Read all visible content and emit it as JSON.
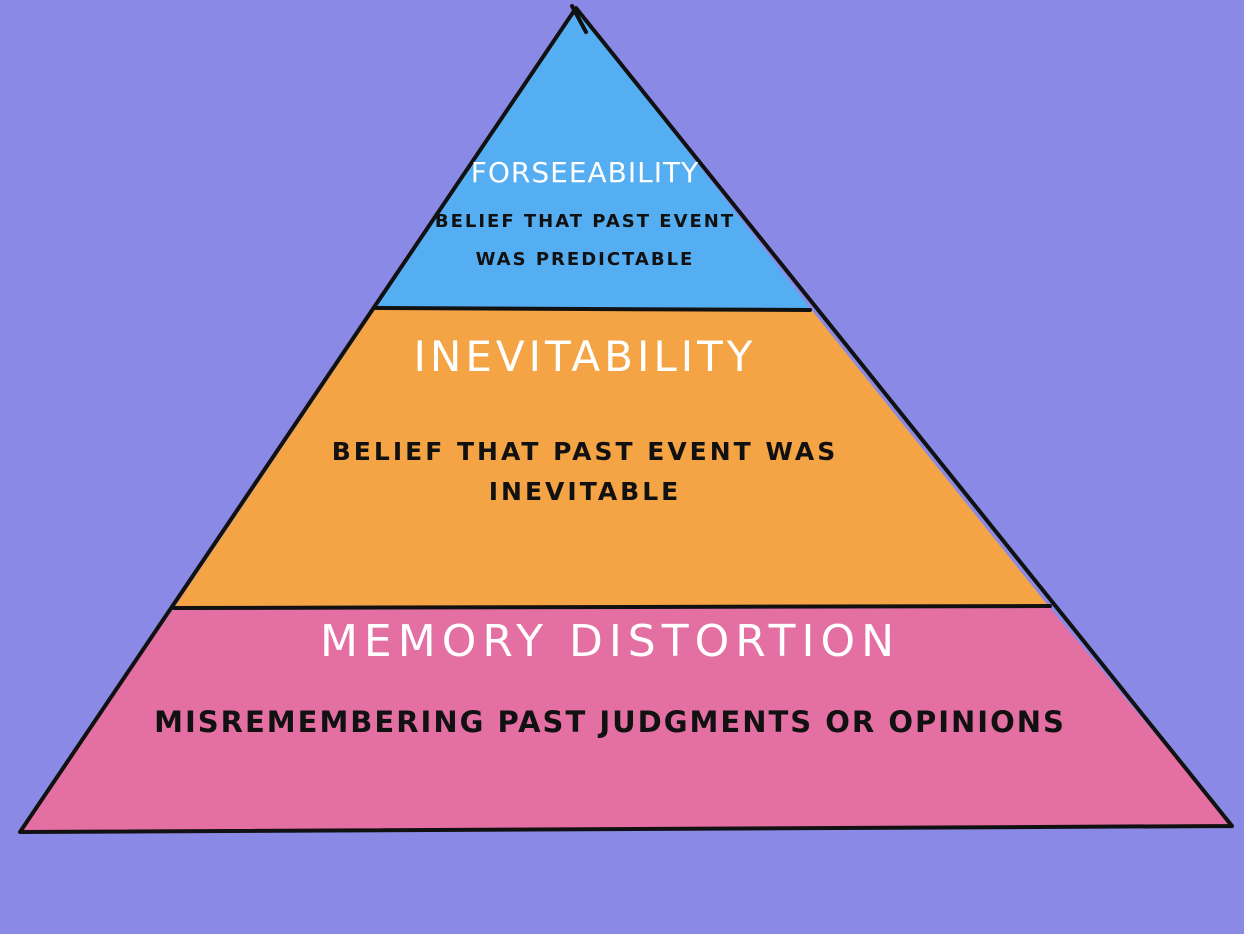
{
  "colors": {
    "background": "#8a8ae6",
    "top_tier": "#56aef2",
    "middle_tier": "#f4a345",
    "bottom_tier": "#e46fa2",
    "outline": "#111111",
    "title_text": "#ffffff",
    "description_text": "#111111"
  },
  "pyramid": {
    "tiers": [
      {
        "title": "FORSEEABILITY",
        "description": "BELIEF THAT PAST EVENT WAS PREDICTABLE"
      },
      {
        "title": "INEVITABILITY",
        "description": "BELIEF THAT PAST EVENT WAS INEVITABLE"
      },
      {
        "title": "MEMORY DISTORTION",
        "description": "MISREMEMBERING PAST JUDGMENTS OR OPINIONS"
      }
    ]
  }
}
